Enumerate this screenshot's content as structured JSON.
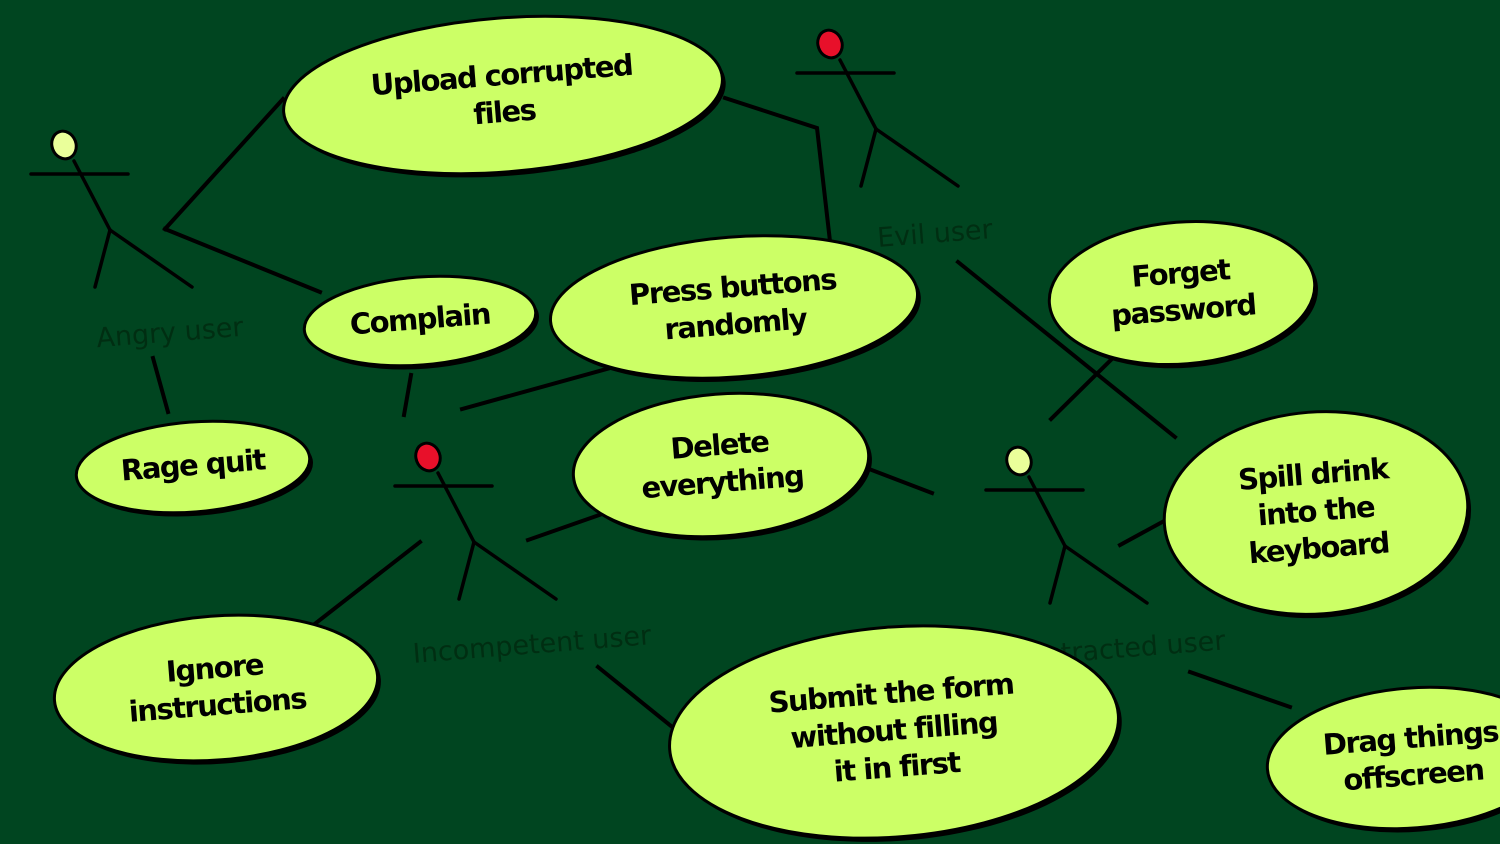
{
  "colors": {
    "background": "#004520",
    "use_case_fill": "#ccff66",
    "outline": "#000000",
    "head_red": "#e8102a",
    "head_yellow": "#eaff9a"
  },
  "actors": [
    {
      "id": "angry",
      "label": "Angry user",
      "head": "yellow"
    },
    {
      "id": "evil",
      "label": "Evil user",
      "head": "red"
    },
    {
      "id": "incompetent",
      "label": "Incompetent user",
      "head": "red"
    },
    {
      "id": "distracted",
      "label": "Distracted user",
      "head": "yellow"
    }
  ],
  "use_cases": [
    {
      "id": "upload",
      "lines": [
        "Upload corrupted",
        "files"
      ]
    },
    {
      "id": "complain",
      "lines": [
        "Complain"
      ]
    },
    {
      "id": "press",
      "lines": [
        "Press buttons",
        "randomly"
      ]
    },
    {
      "id": "forget",
      "lines": [
        "Forget",
        "password"
      ]
    },
    {
      "id": "ragequit",
      "lines": [
        "Rage quit"
      ]
    },
    {
      "id": "delete",
      "lines": [
        "Delete",
        "everything"
      ]
    },
    {
      "id": "spill",
      "lines": [
        "Spill drink",
        "into the",
        "keyboard"
      ]
    },
    {
      "id": "ignore",
      "lines": [
        "Ignore",
        "instructions"
      ]
    },
    {
      "id": "submit",
      "lines": [
        "Submit the form",
        "without filling",
        "it in first"
      ]
    },
    {
      "id": "drag",
      "lines": [
        "Drag things",
        "offscreen"
      ]
    }
  ],
  "associations": [
    {
      "actor": "angry",
      "use_case": "upload"
    },
    {
      "actor": "angry",
      "use_case": "complain"
    },
    {
      "actor": "angry",
      "use_case": "ragequit"
    },
    {
      "actor": "evil",
      "use_case": "upload"
    },
    {
      "actor": "evil",
      "use_case": "spill"
    },
    {
      "actor": "incompetent",
      "use_case": "complain"
    },
    {
      "actor": "incompetent",
      "use_case": "press"
    },
    {
      "actor": "incompetent",
      "use_case": "delete"
    },
    {
      "actor": "incompetent",
      "use_case": "ignore"
    },
    {
      "actor": "incompetent",
      "use_case": "submit"
    },
    {
      "actor": "distracted",
      "use_case": "delete"
    },
    {
      "actor": "distracted",
      "use_case": "forget"
    },
    {
      "actor": "distracted",
      "use_case": "spill"
    },
    {
      "actor": "distracted",
      "use_case": "drag"
    }
  ]
}
